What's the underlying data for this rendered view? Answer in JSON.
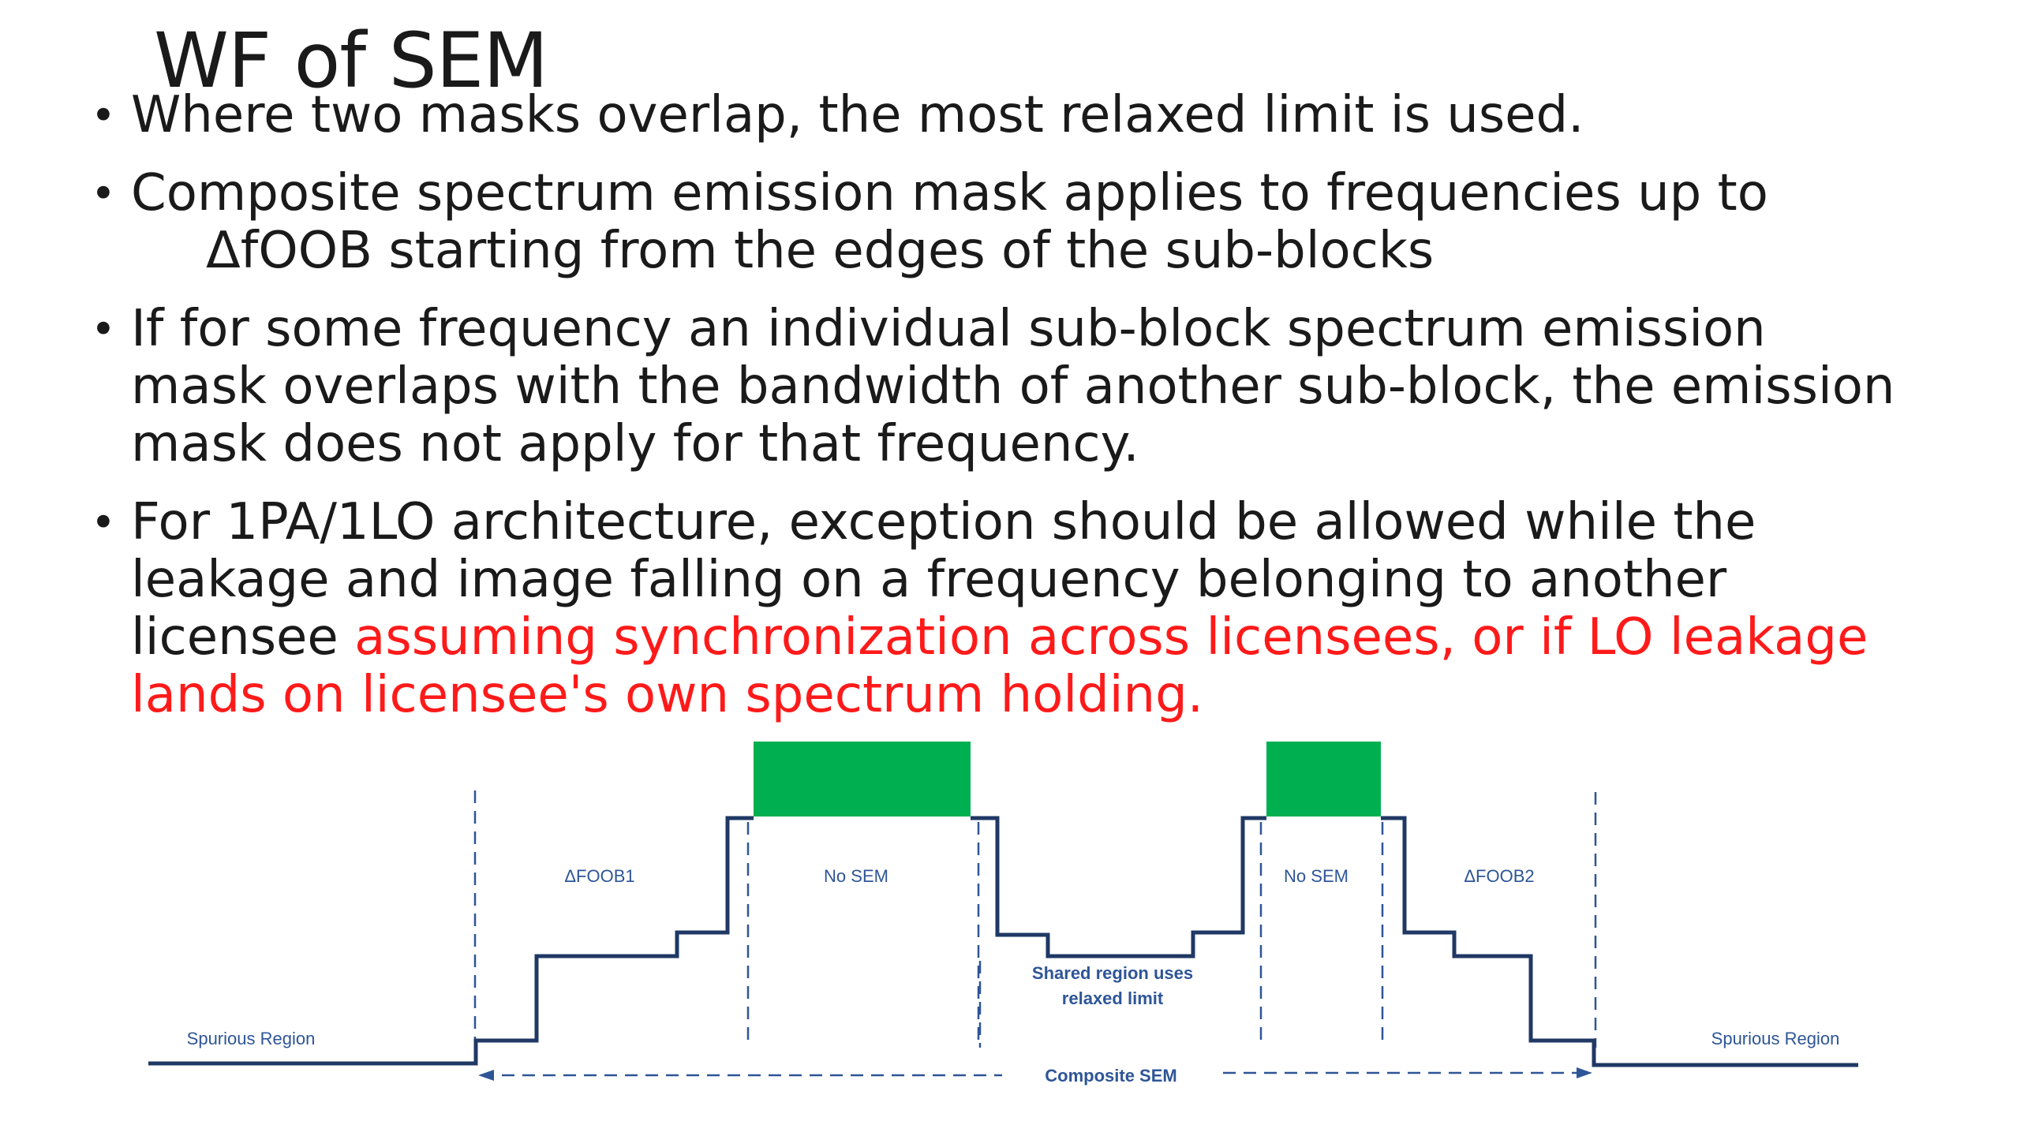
{
  "title": "WF of SEM",
  "bullets": [
    {
      "text": "Where two masks overlap, the most relaxed limit is used."
    },
    {
      "line1": "Composite spectrum emission mask applies to frequencies up to",
      "line2": "ΔfOOB starting from the edges of the sub-blocks"
    },
    {
      "text": "If for some frequency an individual sub-block spectrum emission mask overlaps with the bandwidth of another sub-block, the emission mask does not apply for that frequency."
    },
    {
      "text": "For 1PA/1LO architecture, exception should be allowed while the leakage and image falling on a frequency belonging to another licensee",
      "red_text": "assuming synchronization across licensees, or if LO leakage lands on licensee's own spectrum holding."
    }
  ],
  "diagram": {
    "labels": {
      "foob1": "ΔFOOB1",
      "no_sem_1": "No SEM",
      "no_sem_2": "No SEM",
      "foob2": "ΔFOOB2",
      "shared_1": "Shared region uses",
      "shared_2": "relaxed limit",
      "spurious_left": "Spurious Region",
      "spurious_right": "Spurious Region",
      "composite": "Composite SEM"
    },
    "colors": {
      "mask_line": "#1f3864",
      "sub_block": "#00b050",
      "label_text": "#2e5597",
      "dashed": "#2e5597"
    }
  }
}
